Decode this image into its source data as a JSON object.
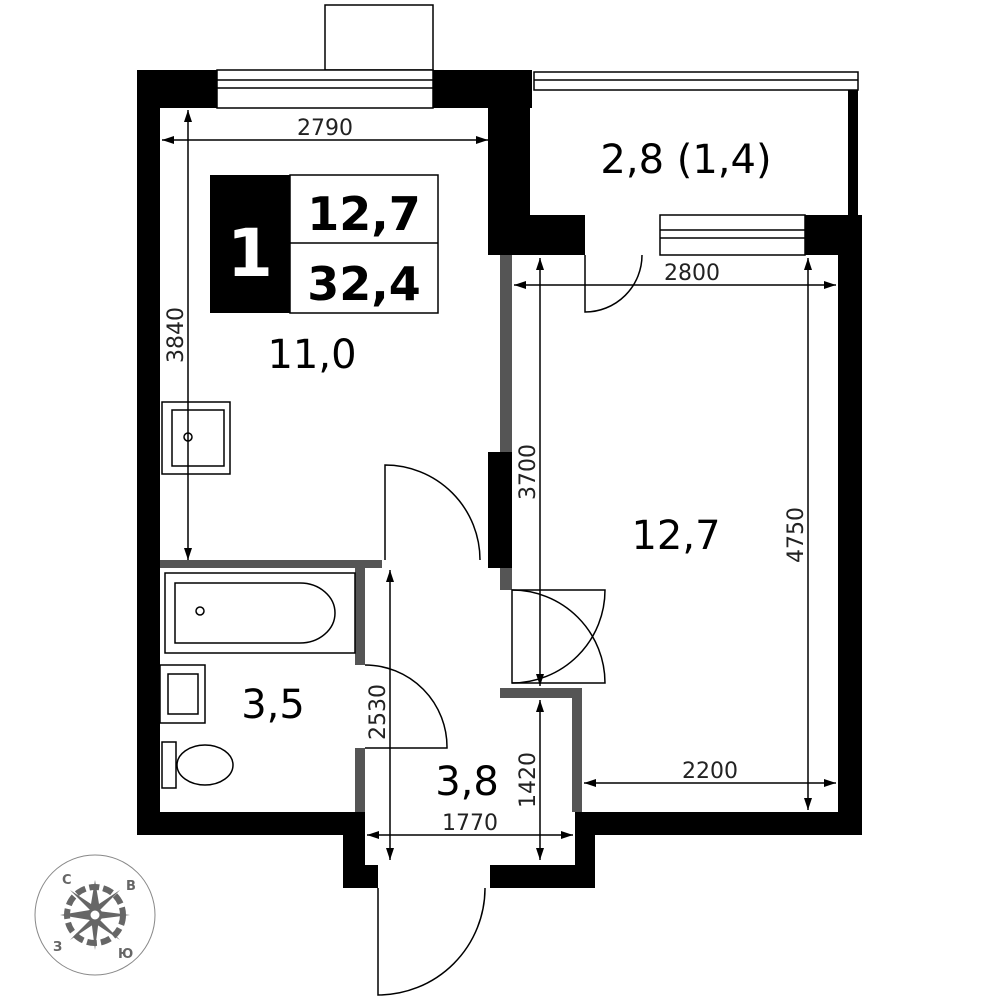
{
  "badge": {
    "rooms": "1",
    "living_area": "12,7",
    "total_area": "32,4"
  },
  "rooms": {
    "kitchen": "11,0",
    "bedroom": "12,7",
    "bathroom": "3,5",
    "hallway": "3,8",
    "balcony": "2,8 (1,4)"
  },
  "dimensions": {
    "kitchen_width": "2790",
    "kitchen_length": "3840",
    "room_width": "2800",
    "room_length_left": "3700",
    "room_length_right": "4750",
    "room_bottom_width": "2200",
    "bath_length": "2530",
    "hall_length": "1420",
    "hall_width": "1770"
  },
  "compass": {
    "north": "С",
    "east": "В",
    "south": "Ю",
    "west": "З"
  },
  "colors": {
    "wall": "#000000",
    "partition": "#555555",
    "compass": "#666666"
  }
}
